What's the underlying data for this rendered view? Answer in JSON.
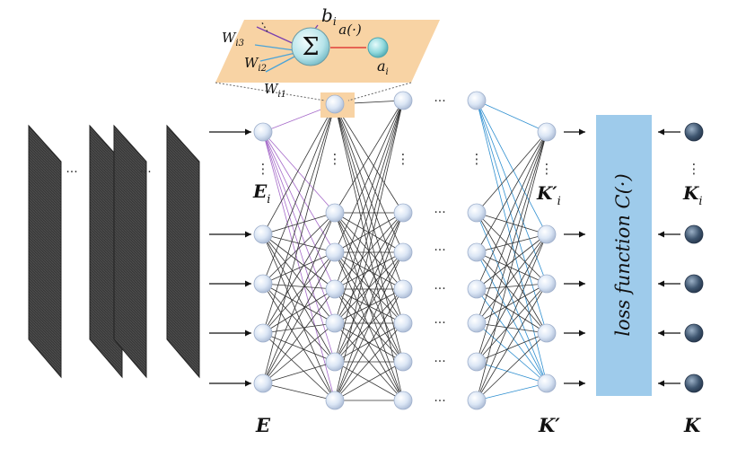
{
  "colors": {
    "node_fill": "#dbe6f5",
    "node_stroke": "#9fb0cc",
    "target_node": "#3f5670",
    "edge": "#333333",
    "edge_highlight_purple": "#a569c9",
    "edge_highlight_blue": "#2f8fd0",
    "neuron_panel": "#f8d3a4",
    "loss_box": "#9ecbeb",
    "image_plane": "#3a3a3a",
    "weight_line_purple": "#7a3fb0",
    "weight_line_blue": "#4aa3d8",
    "output_line": "#e0403a"
  },
  "labels": {
    "input_layer_bottom": "E",
    "input_node_main": "E",
    "input_node_sub": "i",
    "output_layer_bottom": "K′",
    "output_node_main": "K′",
    "output_node_sub": "i",
    "target_layer_bottom": "K",
    "target_node_main": "K",
    "target_node_sub": "i",
    "loss_function": "loss function C(·)"
  },
  "neuron": {
    "sum_symbol": "Σ",
    "bias_main": "b",
    "bias_sub": "i",
    "activation": "a(·)",
    "output_main": "a",
    "output_sub": "i",
    "weights": [
      {
        "main": "W",
        "sub": "i3"
      },
      {
        "main": "W",
        "sub": "i2"
      },
      {
        "main": "W",
        "sub": "i1"
      }
    ]
  },
  "ellipsis": {
    "horizontal": "···",
    "vertical": "⋮"
  },
  "icons": [
    "right-arrow-icon",
    "left-arrow-icon",
    "image-plane-icon"
  ]
}
